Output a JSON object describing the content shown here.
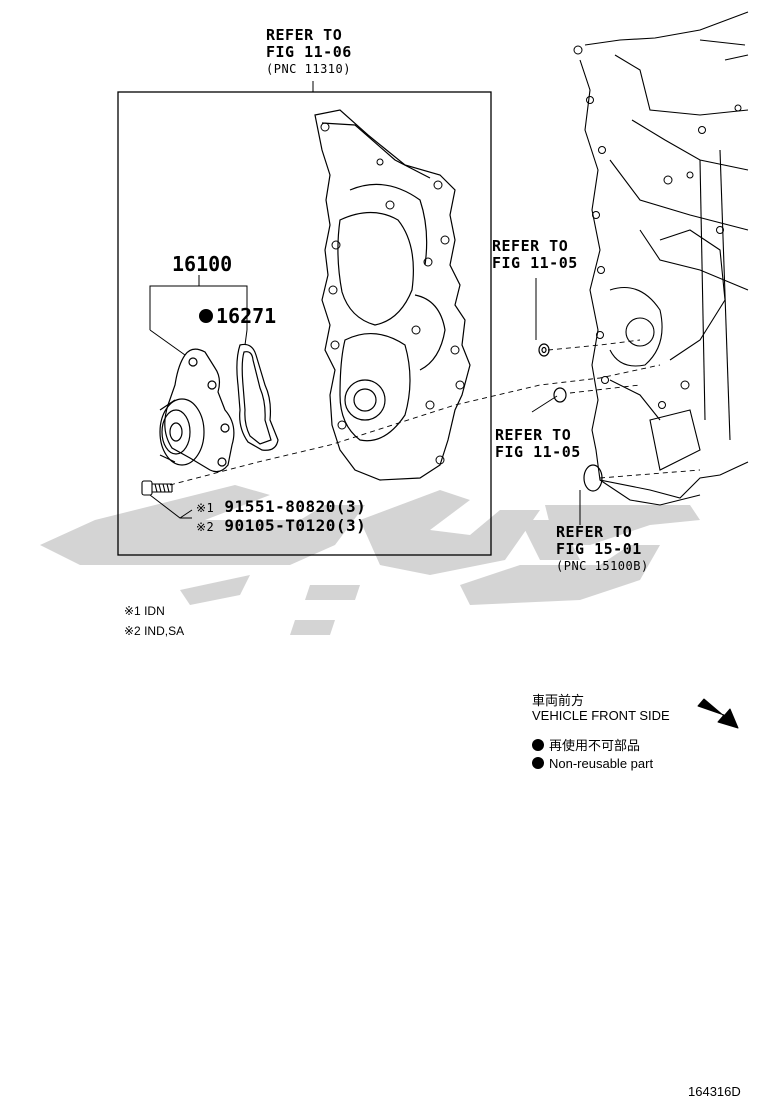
{
  "refs": {
    "fig_11_06": {
      "line1": "REFER TO",
      "line2": "FIG 11-06",
      "line3": "(PNC 11310)"
    },
    "fig_11_05_a": {
      "line1": "REFER TO",
      "line2": "FIG 11-05"
    },
    "fig_11_05_b": {
      "line1": "REFER TO",
      "line2": "FIG 11-05"
    },
    "fig_15_01": {
      "line1": "REFER TO",
      "line2": "FIG 15-01",
      "line3": "(PNC 15100B)"
    }
  },
  "parts": {
    "assembly": "16100",
    "gasket": "16271",
    "bolt_1": {
      "mark": "※1",
      "number": "91551-80820(3)"
    },
    "bolt_2": {
      "mark": "※2",
      "number": "90105-T0120(3)"
    }
  },
  "notes": {
    "n1": "※1 IDN",
    "n2": "※2 IND,SA"
  },
  "legend": {
    "front_jp": "車両前方",
    "front_en": "VEHICLE FRONT SIDE",
    "nonreuse_jp": "再使用不可部品",
    "nonreuse_en": "Non-reusable part"
  },
  "figure_id": "164316D",
  "colors": {
    "watermark": "#d4d4d4",
    "ink": "#000000"
  }
}
